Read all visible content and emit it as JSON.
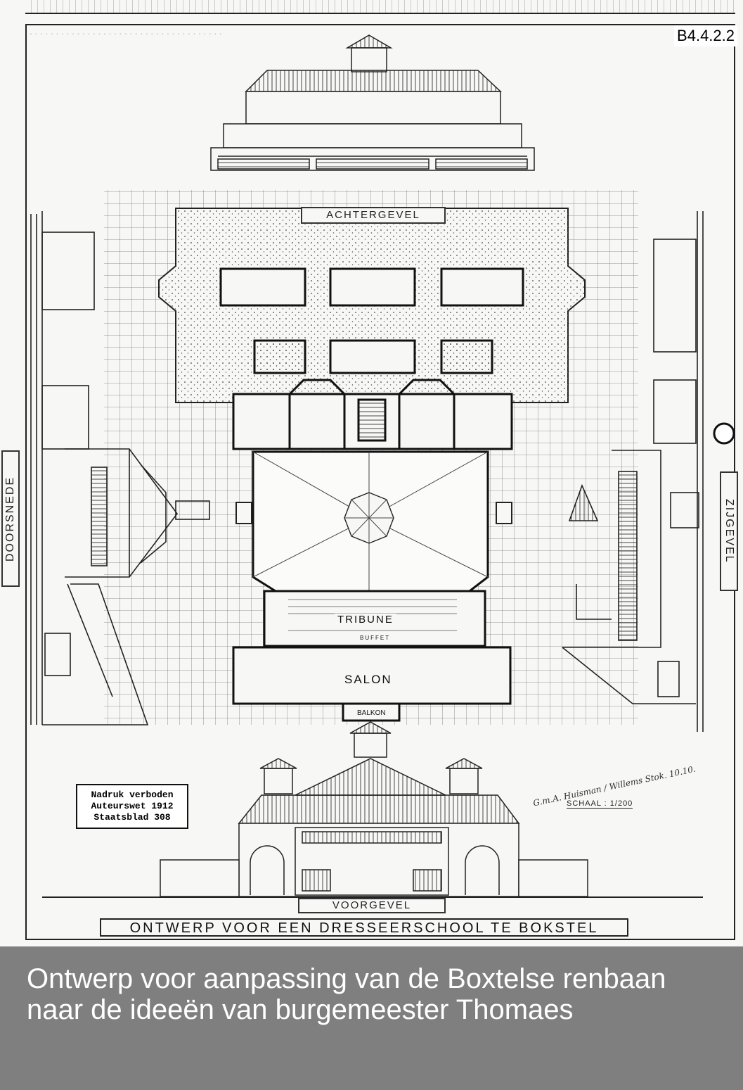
{
  "reference_code": "B4.4.2.2",
  "drawing": {
    "title": "ONTWERP VOOR EEN DRESSEERSCHOOL TE BOKSTEL",
    "labels": {
      "rear_facade": "ACHTERGEVEL",
      "front_facade": "VOORGEVEL",
      "section": "DOORSNEDE",
      "side_facade": "ZIJGEVEL",
      "grandstand": "TRIBUNE",
      "buffet": "BUFFET",
      "salon": "SALON",
      "balcony": "BALKON"
    },
    "copyright_notice": [
      "Nadruk verboden",
      "Auteurswet 1912",
      "Staatsblad 308"
    ],
    "signature": "G.m.A. Huisman / Willems Stok. 10.10.",
    "scale": "SCHAAL : 1/200"
  },
  "caption": "Ontwerp voor aanpassing van de Boxtelse renbaan naar de ideeën van burgemeester Thomaes"
}
